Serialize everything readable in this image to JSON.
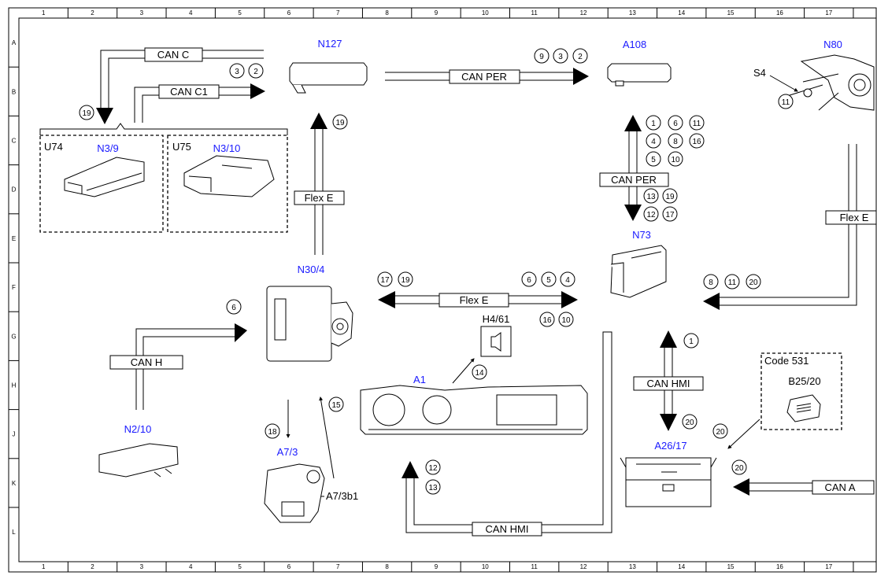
{
  "ruler": {
    "columns": [
      "1",
      "2",
      "3",
      "4",
      "5",
      "6",
      "7",
      "8",
      "9",
      "10",
      "11",
      "12",
      "13",
      "14",
      "15",
      "16",
      "17"
    ],
    "rows": [
      "A",
      "B",
      "C",
      "D",
      "E",
      "F",
      "G",
      "H",
      "J",
      "K",
      "L"
    ]
  },
  "components": {
    "n127": "N127",
    "a108": "A108",
    "n80": "N80",
    "s4": "S4",
    "u74": "U74",
    "n3_9": "N3/9",
    "u75": "U75",
    "n3_10": "N3/10",
    "n73": "N73",
    "n30_4": "N30/4",
    "h4_61": "H4/61",
    "a1": "A1",
    "n2_10": "N2/10",
    "a7_3": "A7/3",
    "a7_3b1": "A7/3b1",
    "a26_17": "A26/17",
    "code531": "Code 531",
    "b25_20": "B25/20"
  },
  "buses": {
    "can_c": "CAN C",
    "can_c1": "CAN C1",
    "can_per_top": "CAN PER",
    "flex_e_left": "Flex E",
    "can_per_mid": "CAN PER",
    "flex_e_right": "Flex E",
    "flex_e_mid": "Flex E",
    "can_h": "CAN H",
    "can_hmi_right": "CAN HMI",
    "can_hmi_bottom": "CAN HMI",
    "can_a": "CAN A"
  },
  "circles": {
    "c_n127_3": "3",
    "c_n127_2": "2",
    "c_a108_9": "9",
    "c_a108_3": "3",
    "c_a108_2": "2",
    "c_u_19": "19",
    "c_fl_19": "19",
    "c_s4_11": "11",
    "c_m_1": "1",
    "c_m_6": "6",
    "c_m_11": "11",
    "c_m_4": "4",
    "c_m_8": "8",
    "c_m_16": "16",
    "c_m_5": "5",
    "c_m_10": "10",
    "c_m_13": "13",
    "c_m_19": "19",
    "c_m_12": "12",
    "c_m_17": "17",
    "c_f_17": "17",
    "c_f_19": "19",
    "c_f_6": "6",
    "c_f_5": "5",
    "c_f_4": "4",
    "c_f_16": "16",
    "c_f_10": "10",
    "c_r_8": "8",
    "c_r_11": "11",
    "c_r_20": "20",
    "c_h_6": "6",
    "c_14": "14",
    "c_15": "15",
    "c_18": "18",
    "c_b_12": "12",
    "c_b_13": "13",
    "c_hmi_1": "1",
    "c_hmi_20": "20",
    "c_code_20": "20",
    "c_cana_20": "20"
  }
}
